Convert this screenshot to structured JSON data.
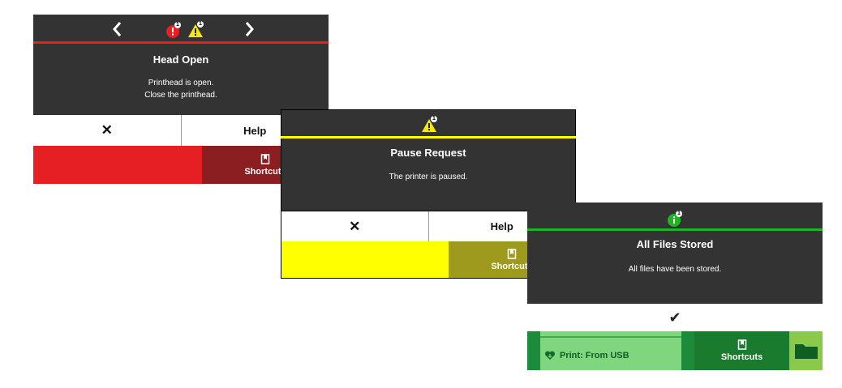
{
  "panel1": {
    "title": "Head Open",
    "line1": "Printhead is open.",
    "line2": "Close the printhead.",
    "close_glyph": "✕",
    "help_label": "Help",
    "shortcuts_label": "Shortcuts",
    "error_count": "1",
    "warning_count": "1",
    "prev_glyph": "‹",
    "next_glyph": "›",
    "accent_color": "#e51f24"
  },
  "panel2": {
    "title": "Pause Request",
    "line1": "The printer is paused.",
    "close_glyph": "✕",
    "help_label": "Help",
    "shortcuts_label": "Shortcuts",
    "warning_count": "1",
    "accent_color": "#ffff00"
  },
  "panel3": {
    "title": "All Files Stored",
    "line1": "All files have been stored.",
    "check_glyph": "✔",
    "print_label": "Print: From USB",
    "shortcuts_label": "Shortcuts",
    "info_count": "1",
    "accent_color": "#1db520"
  }
}
